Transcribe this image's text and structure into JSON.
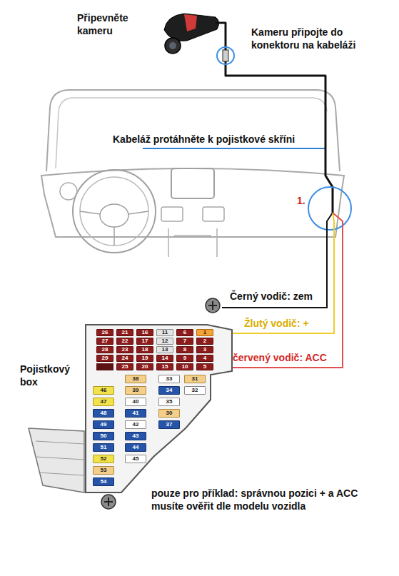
{
  "diagram": {
    "nodes": [
      {
        "text": [
          "26"
        ]
      },
      {
        "text": [
          "21"
        ]
      },
      {
        "text": [
          "16"
        ]
      },
      {
        "text": [
          "11"
        ]
      },
      {
        "text": [
          "6"
        ]
      },
      {
        "text": [
          "1"
        ]
      },
      {
        "text": [
          "27"
        ]
      },
      {
        "text": [
          "22"
        ]
      },
      {
        "text": [
          "17"
        ]
      },
      {
        "text": [
          "12"
        ]
      },
      {
        "text": [
          "7"
        ]
      },
      {
        "text": [
          "2"
        ]
      },
      {
        "text": [
          "28"
        ]
      },
      {
        "text": [
          "23"
        ]
      },
      {
        "text": [
          "18"
        ]
      },
      {
        "text": [
          "13"
        ]
      },
      {
        "text": [
          "8"
        ]
      },
      {
        "text": [
          "3"
        ]
      },
      {
        "text": [
          "29"
        ]
      },
      {
        "text": [
          "24"
        ]
      },
      {
        "text": [
          "19"
        ]
      },
      {
        "text": [
          "14"
        ]
      },
      {
        "text": [
          "9"
        ]
      },
      {
        "text": [
          "4"
        ]
      },
      {
        "text": [
          "25"
        ]
      },
      {
        "text": [
          "20"
        ]
      },
      {
        "text": [
          "15"
        ]
      },
      {
        "text": [
          "10"
        ]
      },
      {
        "text": [
          "5"
        ]
      },
      {
        "text": [
          "38"
        ]
      },
      {
        "text": [
          "33"
        ]
      },
      {
        "text": [
          "31"
        ]
      },
      {
        "text": [
          "46"
        ]
      },
      {
        "text": [
          "39"
        ]
      },
      {
        "text": [
          "34"
        ]
      },
      {
        "text": [
          "32"
        ]
      },
      {
        "text": [
          "47"
        ]
      },
      {
        "text": [
          "40"
        ]
      },
      {
        "text": [
          "35"
        ]
      },
      {
        "text": [
          "48"
        ]
      },
      {
        "text": [
          "41"
        ]
      },
      {
        "text": [
          "30"
        ]
      },
      {
        "text": [
          "49"
        ]
      },
      {
        "text": [
          "42"
        ]
      },
      {
        "text": [
          "37"
        ]
      },
      {
        "text": [
          "50"
        ]
      },
      {
        "text": [
          "43"
        ]
      },
      {
        "text": [
          "51"
        ]
      },
      {
        "text": [
          "44"
        ]
      },
      {
        "text": [
          "52"
        ]
      },
      {
        "text": [
          "45"
        ]
      },
      {
        "text": [
          "53"
        ]
      },
      {
        "text": [
          "54"
        ]
      }
    ],
    "labels": [
      "Připevněte kameru",
      "Kameru připojte do konektoru na kabeláži",
      "Kabeláž protáhněte k pojistkové skříni",
      "1.",
      "Černý vodič: zem",
      "Žlutý vodič: +",
      "červený vodič: ACC",
      "Pojistkový box",
      "pouze pro příklad: správnou pozici + a ACC musíte ověřit dle modelu vozidla"
    ]
  }
}
